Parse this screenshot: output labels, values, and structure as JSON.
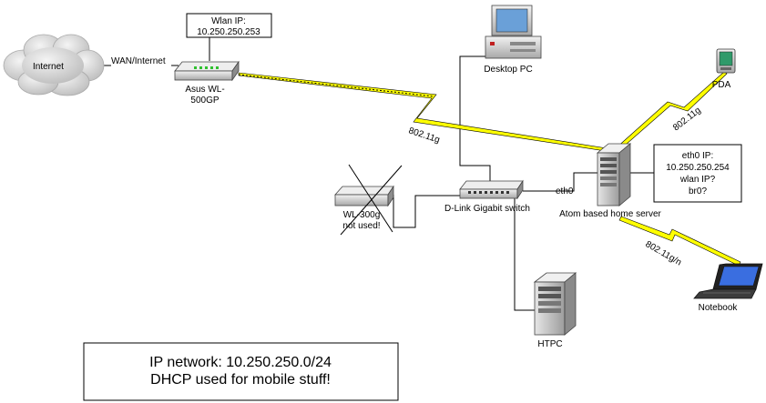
{
  "devices": {
    "internet": {
      "label": "Internet"
    },
    "router": {
      "label_line1": "Asus WL-",
      "label_line2": "500GP"
    },
    "desktop": {
      "label": "Desktop PC"
    },
    "pda": {
      "label": "PDA"
    },
    "switch": {
      "label": "D-Link Gigabit switch"
    },
    "wl300g": {
      "label_line1": "WL-300g",
      "label_line2": "not used!"
    },
    "server": {
      "label": "Atom based home server"
    },
    "notebook": {
      "label": "Notebook"
    },
    "htpc": {
      "label": "HTPC"
    }
  },
  "links": {
    "wan": "WAN/Internet",
    "wifi_router": "802.11g",
    "wifi_pda": "802.11g",
    "wifi_notebook": "802.11g/n",
    "eth0": "eth0"
  },
  "notes": {
    "wlan_ip_line1": "Wlan IP:",
    "wlan_ip_line2": "10.250.250.253",
    "server_line1": "eth0 IP:",
    "server_line2": "10.250.250.254",
    "server_line3": "wlan IP?",
    "server_line4": "br0?",
    "network_line1": "IP network: 10.250.250.0/24",
    "network_line2": "DHCP used for mobile stuff!"
  },
  "colors": {
    "wireless": "#ffff00",
    "wire": "#000000",
    "cloud": "#c8c8c8",
    "device_body": "#d4d4d4",
    "screen": "#6aa0d8"
  }
}
